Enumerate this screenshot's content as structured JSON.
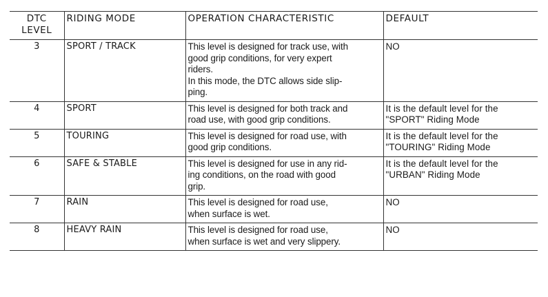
{
  "table": {
    "headers": {
      "level": "DTC\nLEVEL",
      "mode": "RIDING MODE",
      "operation": "OPERATION CHARACTERISTIC",
      "default": "DEFAULT"
    },
    "rows": [
      {
        "level": "3",
        "mode": "SPORT / TRACK",
        "operation": "This level is designed for track use, with\ngood grip conditions, for very expert\nriders.\nIn this mode, the DTC allows side slip-\nping.",
        "default": "NO"
      },
      {
        "level": "4",
        "mode": "SPORT",
        "operation": "This level is designed for both track and\nroad use, with good grip conditions.",
        "default": "It is the default level for the\n\"SPORT\" Riding Mode"
      },
      {
        "level": "5",
        "mode": "TOURING",
        "operation": "This level is designed for road use, with\ngood grip conditions.",
        "default": "It is the default level for the\n\"TOURING\" Riding Mode"
      },
      {
        "level": "6",
        "mode": "SAFE & STABLE",
        "operation": "This level is designed for use in any rid-\ning conditions, on the road with good\ngrip.",
        "default": "It is the default level for the\n\"URBAN\" Riding Mode"
      },
      {
        "level": "7",
        "mode": "RAIN",
        "operation": "This level is designed for road use,\nwhen surface is wet.",
        "default": "NO"
      },
      {
        "level": "8",
        "mode": "HEAVY RAIN",
        "operation": "This level is designed for road use,\nwhen surface is wet and very slippery.",
        "default": "NO"
      }
    ]
  }
}
